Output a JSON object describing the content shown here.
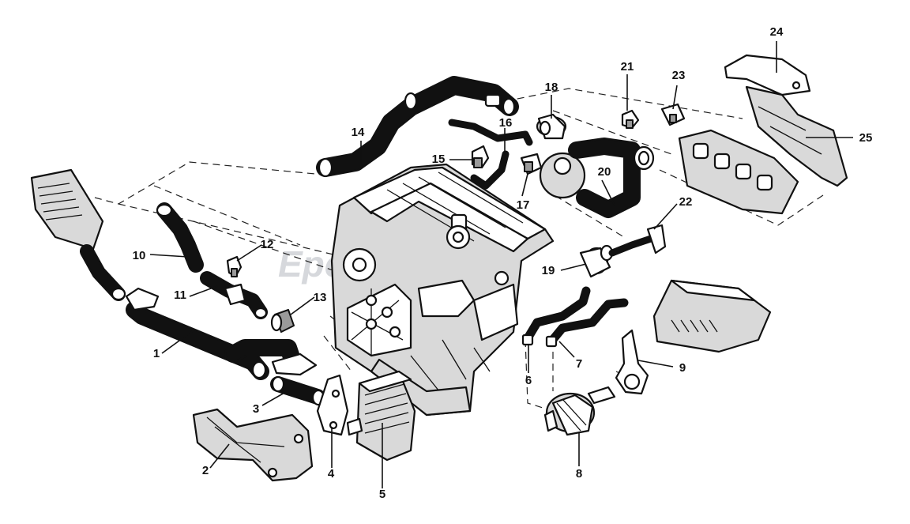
{
  "watermark": "EpcOnline",
  "callouts": [
    {
      "id": "1",
      "label": "1"
    },
    {
      "id": "2",
      "label": "2"
    },
    {
      "id": "3",
      "label": "3"
    },
    {
      "id": "4",
      "label": "4"
    },
    {
      "id": "5",
      "label": "5"
    },
    {
      "id": "6",
      "label": "6"
    },
    {
      "id": "7",
      "label": "7"
    },
    {
      "id": "8",
      "label": "8"
    },
    {
      "id": "9",
      "label": "9"
    },
    {
      "id": "10",
      "label": "10"
    },
    {
      "id": "11",
      "label": "11"
    },
    {
      "id": "12",
      "label": "12"
    },
    {
      "id": "13",
      "label": "13"
    },
    {
      "id": "14",
      "label": "14"
    },
    {
      "id": "15",
      "label": "15"
    },
    {
      "id": "16",
      "label": "16"
    },
    {
      "id": "17",
      "label": "17"
    },
    {
      "id": "18",
      "label": "18"
    },
    {
      "id": "19",
      "label": "19"
    },
    {
      "id": "20",
      "label": "20"
    },
    {
      "id": "21",
      "label": "21"
    },
    {
      "id": "22",
      "label": "22"
    },
    {
      "id": "23",
      "label": "23"
    },
    {
      "id": "24",
      "label": "24"
    },
    {
      "id": "25",
      "label": "25"
    }
  ]
}
